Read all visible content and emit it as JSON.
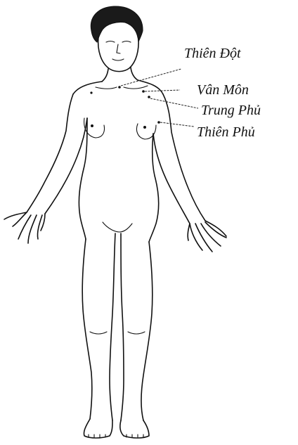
{
  "labels": {
    "thien_dot": "Thiên Đột",
    "van_mon": "Vân Môn",
    "trung_phu": "Trung Phủ",
    "thien_phu": "Thiên Phủ"
  }
}
